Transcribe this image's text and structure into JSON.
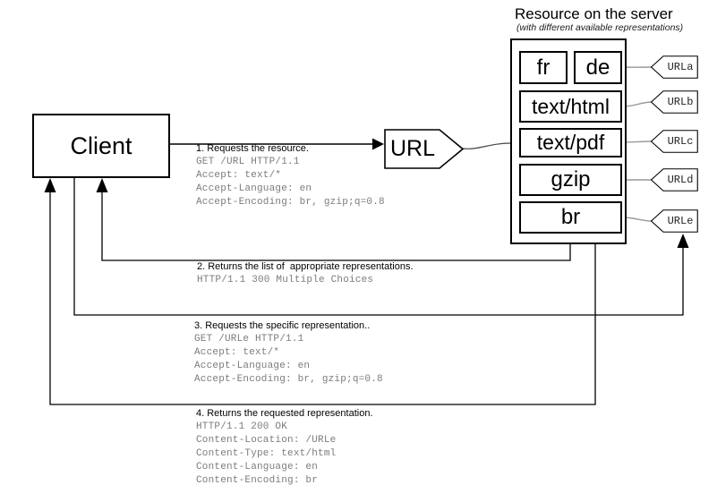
{
  "client": {
    "label": "Client"
  },
  "url_node": {
    "label": "URL"
  },
  "server": {
    "title": "Resource on the server",
    "subtitle": "(with different available representations)",
    "representations": [
      {
        "label": "fr"
      },
      {
        "label": "de"
      },
      {
        "label": "text/html"
      },
      {
        "label": "text/pdf"
      },
      {
        "label": "gzip"
      },
      {
        "label": "br"
      }
    ],
    "tags": [
      {
        "label": "URLa"
      },
      {
        "label": "URLb"
      },
      {
        "label": "URLc"
      },
      {
        "label": "URLd"
      },
      {
        "label": "URLe"
      }
    ]
  },
  "flows": [
    {
      "title": "1. Requests the resource.",
      "lines": [
        "GET /URL HTTP/1.1",
        "Accept: text/*",
        "Accept-Language: en",
        "Accept-Encoding: br, gzip;q=0.8"
      ]
    },
    {
      "title": "2. Returns the list of  appropriate representations.",
      "lines": [
        "HTTP/1.1 300 Multiple Choices"
      ]
    },
    {
      "title": "3. Requests the specific representation..",
      "lines": [
        "GET /URLe HTTP/1.1",
        "Accept: text/*",
        "Accept-Language: en",
        "Accept-Encoding: br, gzip;q=0.8"
      ]
    },
    {
      "title": "4. Returns the requested representation.",
      "lines": [
        "HTTP/1.1 200 OK",
        "Content-Location: /URLe",
        "Content-Type: text/html",
        "Content-Language: en",
        "Content-Encoding: br"
      ]
    }
  ],
  "colors": {
    "line": "#000000",
    "mono_text": "#7c7c7c",
    "connector_gray": "#9a9a9a",
    "background": "#ffffff"
  }
}
